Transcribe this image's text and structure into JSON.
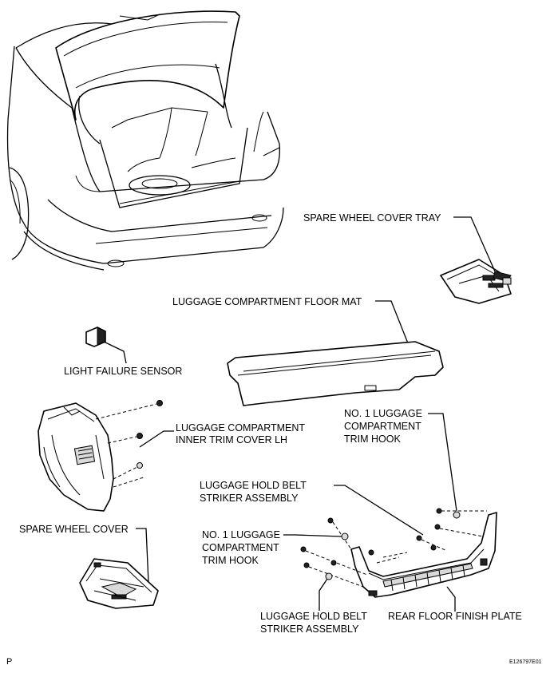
{
  "labels": {
    "spare_wheel_cover_tray": "SPARE WHEEL COVER TRAY",
    "floor_mat": "LUGGAGE COMPARTMENT FLOOR MAT",
    "light_failure_sensor": "LIGHT FAILURE SENSOR",
    "inner_trim_cover_line1": "LUGGAGE COMPARTMENT",
    "inner_trim_cover_line2": "INNER TRIM COVER LH",
    "trim_hook_right_line1": "NO. 1 LUGGAGE",
    "trim_hook_right_line2": "COMPARTMENT",
    "trim_hook_right_line3": "TRIM HOOK",
    "hold_belt_upper_line1": "LUGGAGE HOLD BELT",
    "hold_belt_upper_line2": "STRIKER ASSEMBLY",
    "spare_wheel_cover": "SPARE WHEEL COVER",
    "trim_hook_left_line1": "NO. 1 LUGGAGE",
    "trim_hook_left_line2": "COMPARTMENT",
    "trim_hook_left_line3": "TRIM HOOK",
    "hold_belt_lower_line1": "LUGGAGE HOLD BELT",
    "hold_belt_lower_line2": "STRIKER ASSEMBLY",
    "rear_floor_finish_plate": "REAR FLOOR FINISH PLATE"
  },
  "corner_marks": {
    "bottom_left": "P",
    "figure_id": "E126797E01"
  }
}
